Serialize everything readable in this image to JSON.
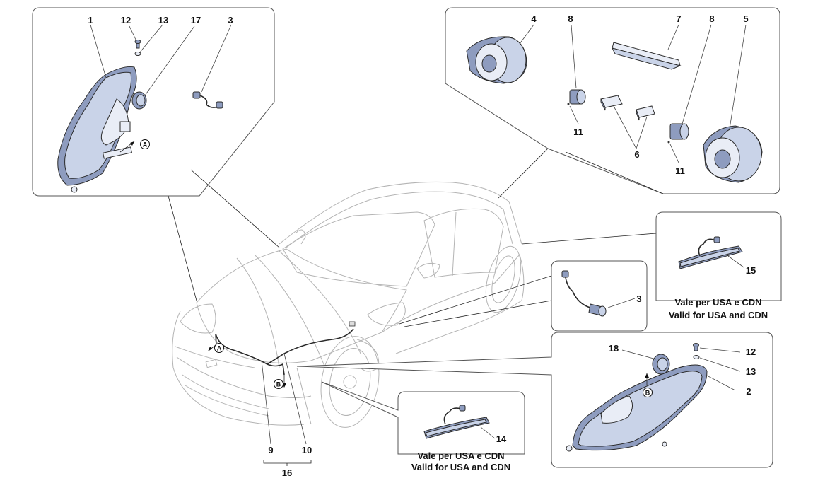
{
  "labels": {
    "p1": "1",
    "p12a": "12",
    "p13a": "13",
    "p17": "17",
    "p3a": "3",
    "p4": "4",
    "p8a": "8",
    "p7": "7",
    "p8b": "8",
    "p5": "5",
    "p11a": "11",
    "p6": "6",
    "p11b": "11",
    "p15": "15",
    "p3b": "3",
    "p18": "18",
    "p12b": "12",
    "p13b": "13",
    "p2": "2",
    "p14": "14",
    "p9": "9",
    "p10": "10",
    "p16": "16"
  },
  "markers": {
    "a": "A",
    "b": "B"
  },
  "notes": {
    "n15_line1": "Vale per USA e CDN",
    "n15_line2": "Valid for USA and CDN",
    "n14_line1": "Vale per USA e CDN",
    "n14_line2": "Valid for USA and CDN"
  }
}
